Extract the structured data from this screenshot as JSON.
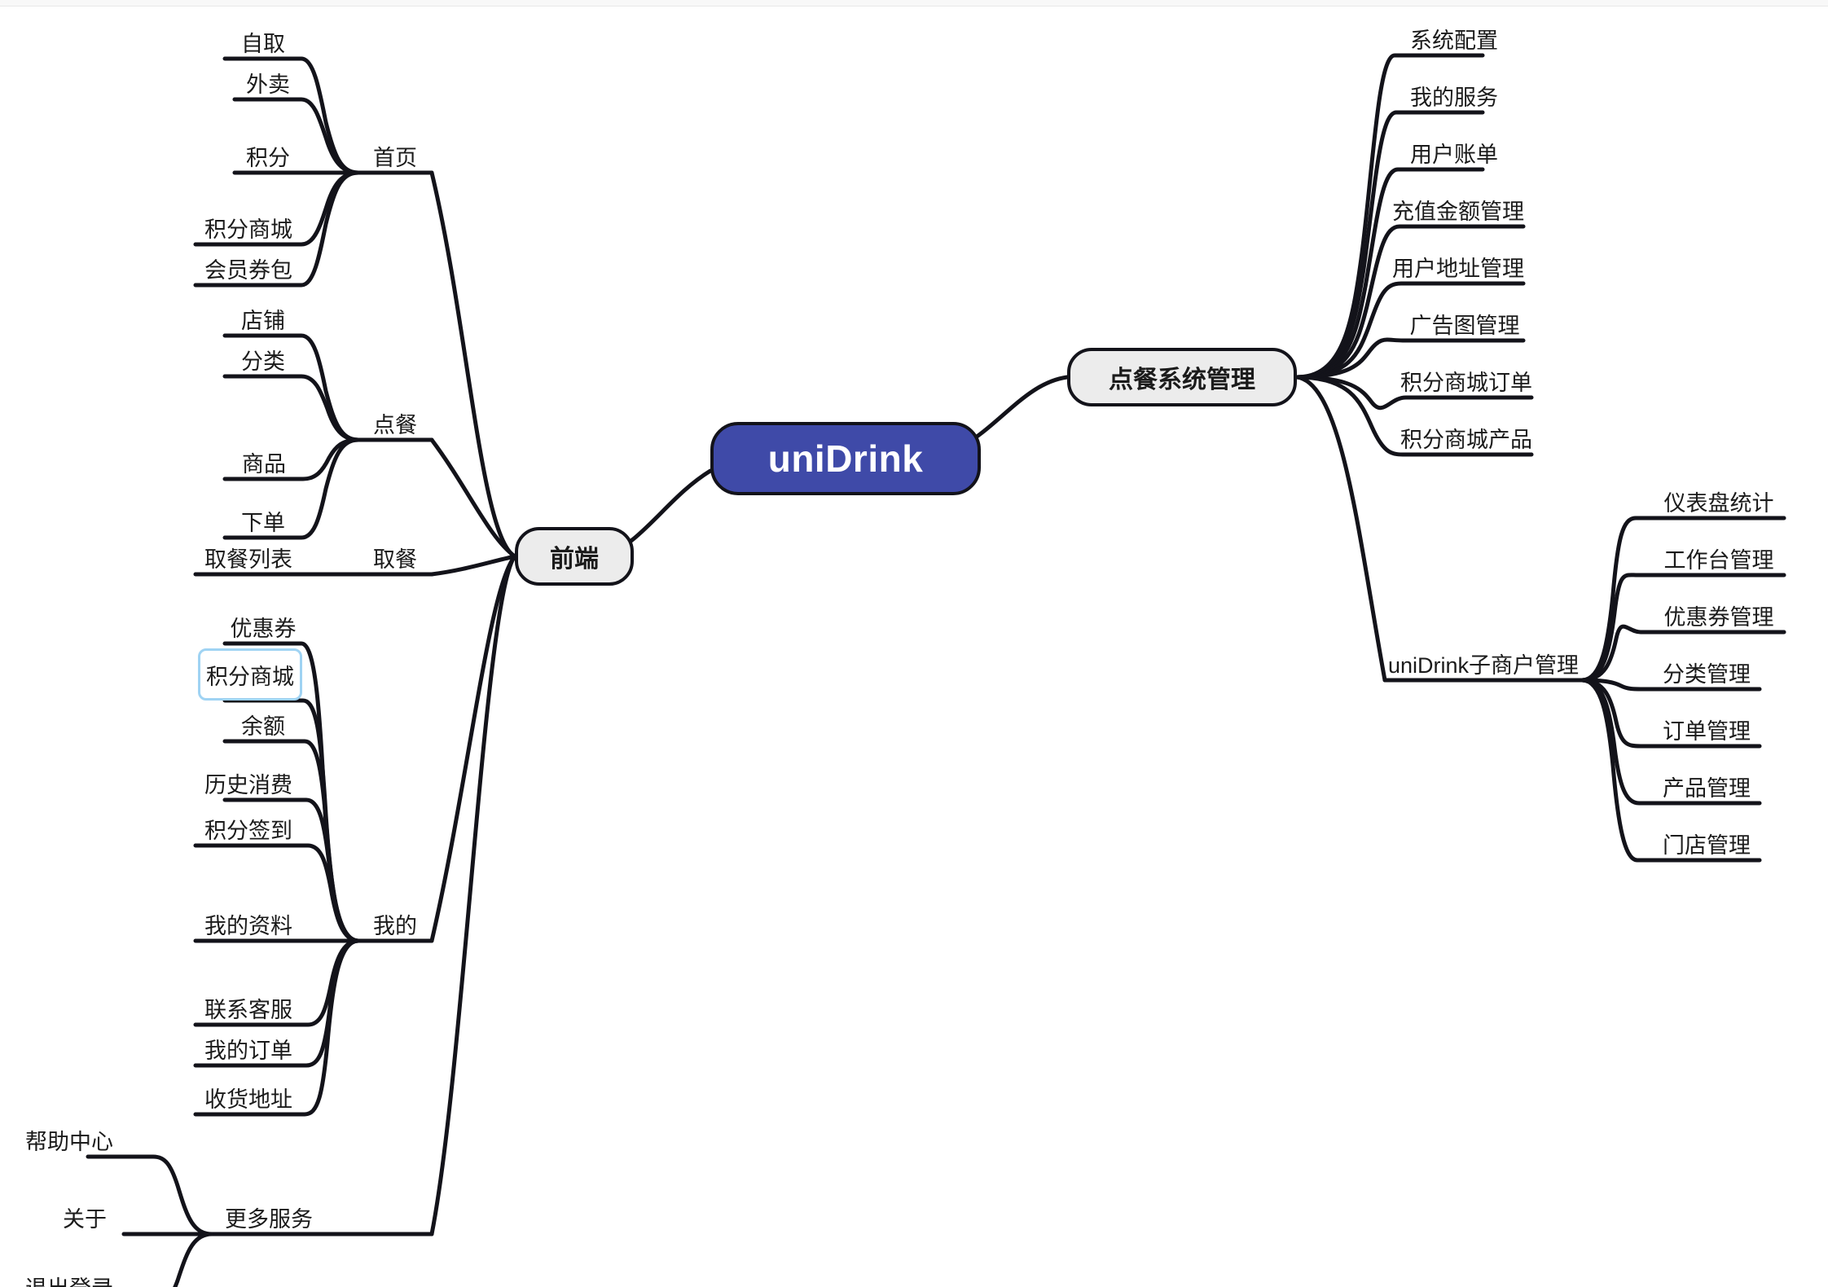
{
  "diagram": {
    "type": "mindmap",
    "title": "uniDrink",
    "colors": {
      "root_fill": "#3f4aa8",
      "root_text": "#ffffff",
      "node_fill": "#ececec",
      "stroke": "#13131a",
      "text": "#1b1b1b",
      "selection_border": "#9fd3f3",
      "background": "#ffffff",
      "topbar": "#f8f8f8"
    },
    "root": {
      "label": "uniDrink"
    },
    "branches": [
      {
        "id": "frontend",
        "label": "前端",
        "side": "left",
        "groups": [
          {
            "id": "home",
            "label": "首页",
            "items": [
              {
                "label": "自取",
                "selected": false
              },
              {
                "label": "外卖",
                "selected": false
              },
              {
                "label": "积分",
                "selected": false
              },
              {
                "label": "积分商城",
                "selected": false
              },
              {
                "label": "会员券包",
                "selected": false
              }
            ]
          },
          {
            "id": "order",
            "label": "点餐",
            "items": [
              {
                "label": "店铺",
                "selected": false
              },
              {
                "label": "分类",
                "selected": false
              },
              {
                "label": "商品",
                "selected": false
              },
              {
                "label": "下单",
                "selected": false
              }
            ]
          },
          {
            "id": "pickup",
            "label": "取餐",
            "items": [
              {
                "label": "取餐列表",
                "selected": false
              }
            ]
          },
          {
            "id": "mine",
            "label": "我的",
            "items": [
              {
                "label": "优惠券",
                "selected": false
              },
              {
                "label": "积分商城",
                "selected": true
              },
              {
                "label": "余额",
                "selected": false
              },
              {
                "label": "历史消费",
                "selected": false
              },
              {
                "label": "积分签到",
                "selected": false
              },
              {
                "label": "我的资料",
                "selected": false
              },
              {
                "label": "联系客服",
                "selected": false
              },
              {
                "label": "我的订单",
                "selected": false
              },
              {
                "label": "收货地址",
                "selected": false
              }
            ]
          },
          {
            "id": "more",
            "label": "更多服务",
            "items": [
              {
                "label": "帮助中心",
                "selected": false
              },
              {
                "label": "关于",
                "selected": false
              },
              {
                "label": "退出登录",
                "selected": false
              }
            ]
          }
        ]
      },
      {
        "id": "admin",
        "label": "点餐系统管理",
        "side": "right",
        "items": [
          {
            "label": "系统配置",
            "selected": false
          },
          {
            "label": "我的服务",
            "selected": false
          },
          {
            "label": "用户账单",
            "selected": false
          },
          {
            "label": "充值金额管理",
            "selected": false
          },
          {
            "label": "用户地址管理",
            "selected": false
          },
          {
            "label": "广告图管理",
            "selected": false
          },
          {
            "label": "积分商城订单",
            "selected": false
          },
          {
            "label": "积分商城产品",
            "selected": false
          }
        ],
        "groups": [
          {
            "id": "submerchant",
            "label": "uniDrink子商户管理",
            "items": [
              {
                "label": "仪表盘统计",
                "selected": false
              },
              {
                "label": "工作台管理",
                "selected": false
              },
              {
                "label": "优惠券管理",
                "selected": false
              },
              {
                "label": "分类管理",
                "selected": false
              },
              {
                "label": "订单管理",
                "selected": false
              },
              {
                "label": "产品管理",
                "selected": false
              },
              {
                "label": "门店管理",
                "selected": false
              }
            ]
          }
        ]
      }
    ]
  }
}
